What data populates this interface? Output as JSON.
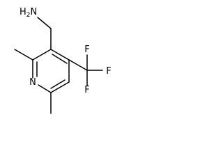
{
  "molecule": {
    "atoms": {
      "amine_n": "N",
      "amine_h": "H",
      "amine_h_count": "2",
      "ring_n": "N",
      "fluorine_top": "F",
      "fluorine_right": "F",
      "fluorine_bottom": "F"
    }
  }
}
